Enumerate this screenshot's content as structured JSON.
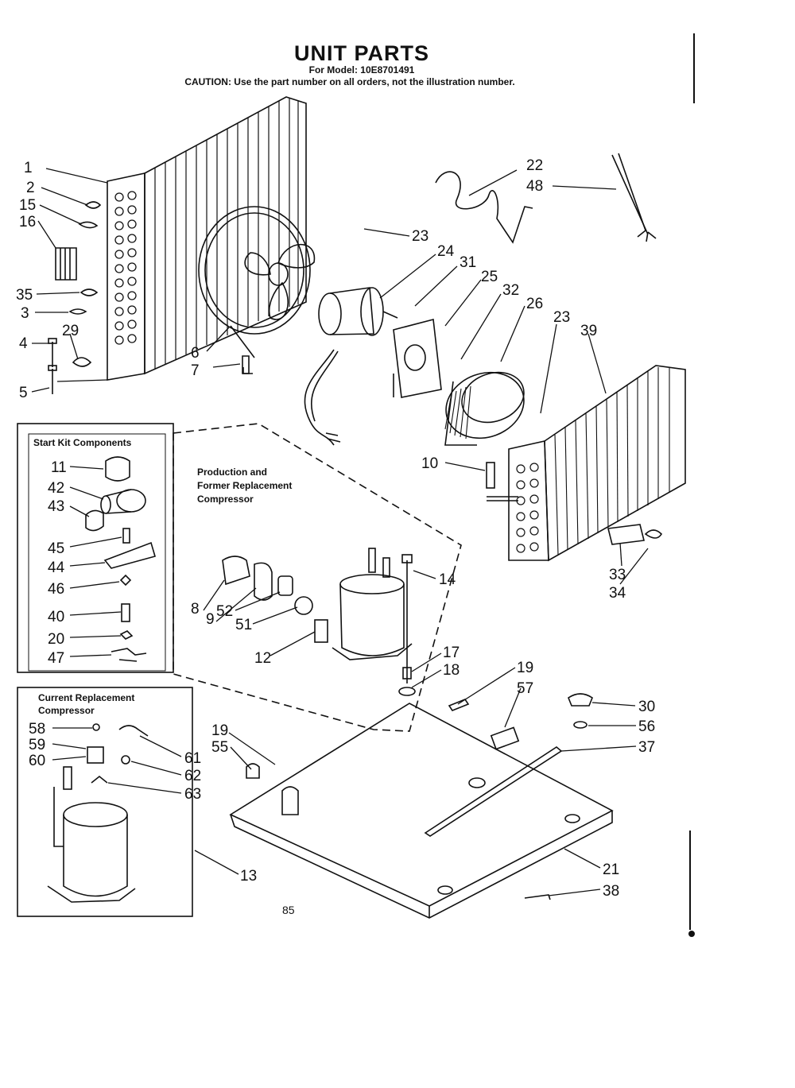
{
  "header": {
    "title": "UNIT PARTS",
    "model_line": "For Model: 10E8701491",
    "caution": "CAUTION: Use the part number on all orders, not the illustration number."
  },
  "boxes": {
    "start_kit": "Start Kit Components",
    "production": [
      "Production and",
      "Former Replacement",
      "Compressor"
    ],
    "current": [
      "Current Replacement",
      "Compressor"
    ]
  },
  "callouts": {
    "c1": "1",
    "c2": "2",
    "c15": "15",
    "c16": "16",
    "c35": "35",
    "c3": "3",
    "c29": "29",
    "c4": "4",
    "c5": "5",
    "c6": "6",
    "c7": "7",
    "c22": "22",
    "c48": "48",
    "c23a": "23",
    "c24": "24",
    "c31": "31",
    "c25": "25",
    "c32": "32",
    "c26": "26",
    "c23b": "23",
    "c39": "39",
    "c10": "10",
    "c33": "33",
    "c34": "34",
    "c11": "11",
    "c42": "42",
    "c43": "43",
    "c45": "45",
    "c44": "44",
    "c46": "46",
    "c40": "40",
    "c20": "20",
    "c47": "47",
    "c8": "8",
    "c9": "9",
    "c52": "52",
    "c51": "51",
    "c12": "12",
    "c14": "14",
    "c17": "17",
    "c18": "18",
    "c19a": "19",
    "c57": "57",
    "c30": "30",
    "c56": "56",
    "c37": "37",
    "c19b": "19",
    "c55": "55",
    "c58": "58",
    "c59": "59",
    "c60": "60",
    "c61": "61",
    "c62": "62",
    "c63": "63",
    "c13": "13",
    "c21": "21",
    "c38": "38"
  },
  "footer": {
    "page": "85"
  }
}
